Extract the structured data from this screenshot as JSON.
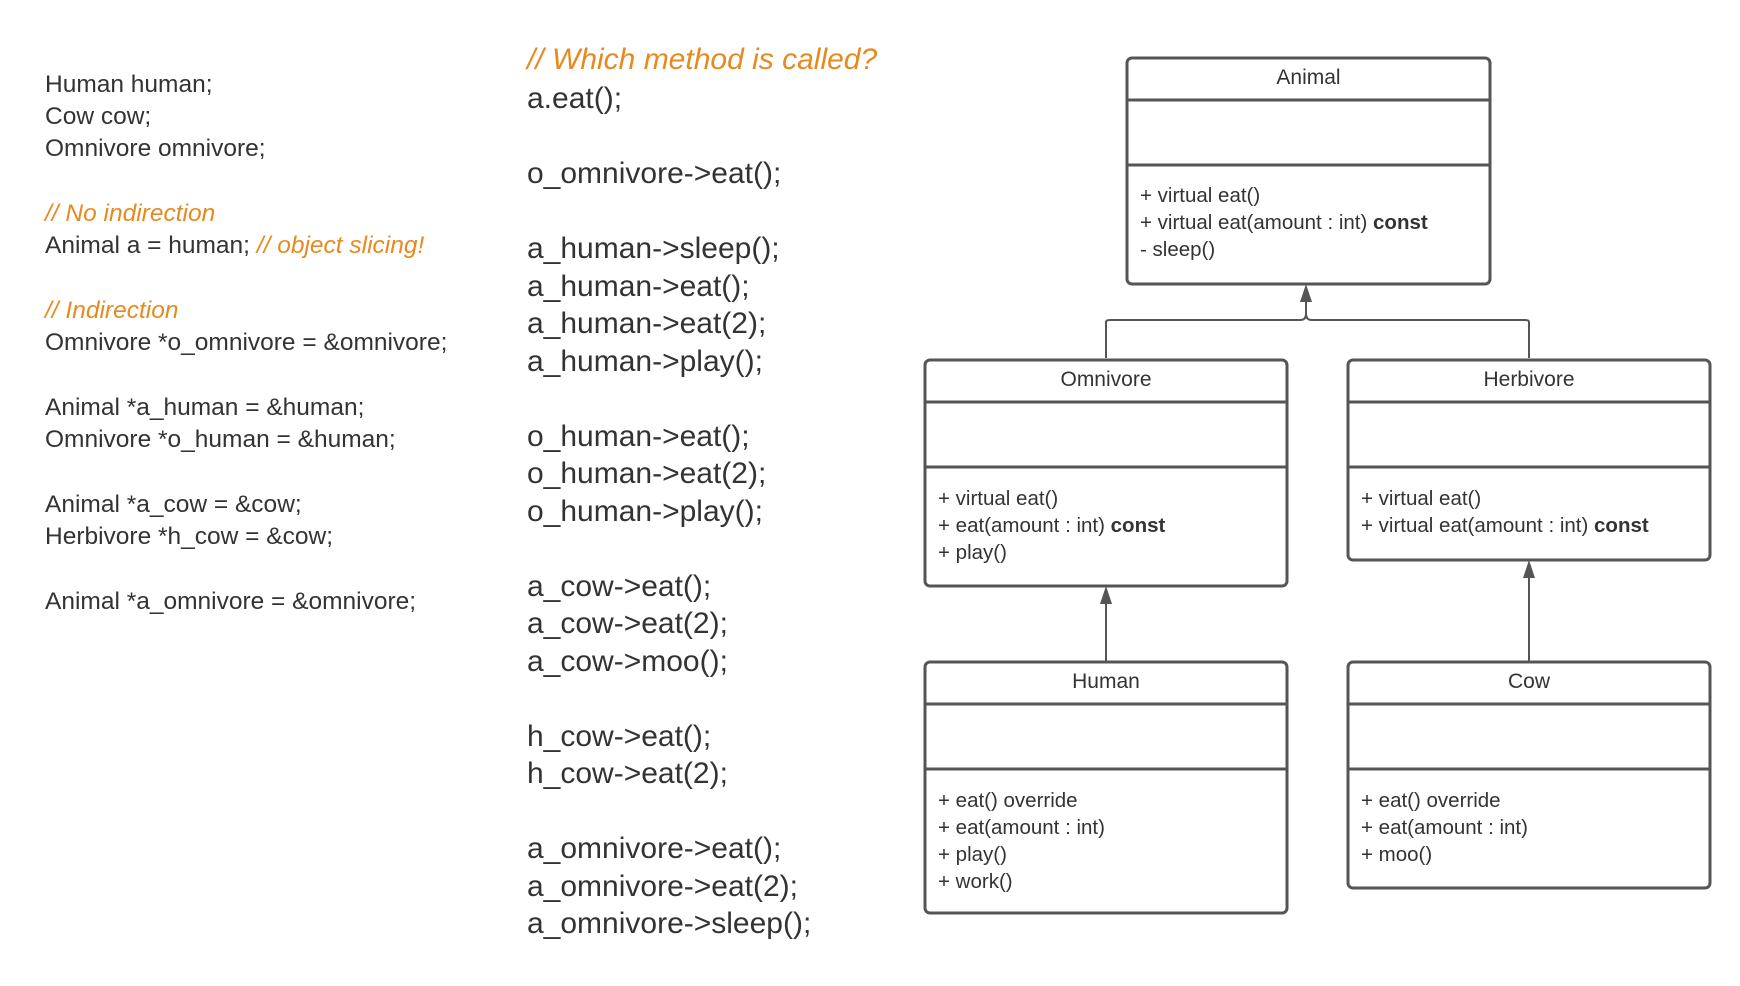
{
  "declarations": [
    "Human human;",
    "Cow cow;",
    "Omnivore omnivore;"
  ],
  "no_indirection": {
    "comment": "// No indirection",
    "code": "Animal a = human; ",
    "inline_comment": "// object slicing!"
  },
  "indirection": {
    "comment": "// Indirection",
    "groups": [
      [
        "Omnivore *o_omnivore = &omnivore;"
      ],
      [
        "Animal *a_human = &human;",
        "Omnivore *o_human = &human;"
      ],
      [
        "Animal *a_cow = &cow;",
        "Herbivore *h_cow = &cow;"
      ],
      [
        "Animal *a_omnivore = &omnivore;"
      ]
    ]
  },
  "question": {
    "comment": "// Which method is called?",
    "groups": [
      [
        "a.eat();"
      ],
      [
        "o_omnivore->eat();"
      ],
      [
        "a_human->sleep();",
        "a_human->eat();",
        "a_human->eat(2);",
        "a_human->play();"
      ],
      [
        "o_human->eat();",
        "o_human->eat(2);",
        "o_human->play();"
      ],
      [
        "a_cow->eat();",
        "a_cow->eat(2);",
        "a_cow->moo();"
      ],
      [
        "h_cow->eat();",
        "h_cow->eat(2);"
      ],
      [
        "a_omnivore->eat();",
        "a_omnivore->eat(2);",
        "a_omnivore->sleep();"
      ]
    ]
  },
  "classes": {
    "animal": {
      "name": "Animal",
      "ops": [
        {
          "text": "+ virtual eat()",
          "kw": ""
        },
        {
          "text": "+ virtual eat(amount : int) ",
          "kw": "const"
        },
        {
          "text": "- sleep()",
          "kw": ""
        }
      ]
    },
    "omnivore": {
      "name": "Omnivore",
      "ops": [
        {
          "text": "+ virtual eat()",
          "kw": ""
        },
        {
          "text": "+ eat(amount : int) ",
          "kw": "const"
        },
        {
          "text": "+ play()",
          "kw": ""
        }
      ]
    },
    "herbivore": {
      "name": "Herbivore",
      "ops": [
        {
          "text": "+ virtual eat()",
          "kw": ""
        },
        {
          "text": "+ virtual eat(amount : int) ",
          "kw": "const"
        }
      ]
    },
    "human": {
      "name": "Human",
      "ops": [
        {
          "text": "+ eat() override",
          "kw": ""
        },
        {
          "text": "+ eat(amount : int)",
          "kw": ""
        },
        {
          "text": "+ play()",
          "kw": ""
        },
        {
          "text": "+ work()",
          "kw": ""
        }
      ]
    },
    "cow": {
      "name": "Cow",
      "ops": [
        {
          "text": "+ eat() override",
          "kw": ""
        },
        {
          "text": "+ eat(amount : int)",
          "kw": ""
        },
        {
          "text": "+ moo()",
          "kw": ""
        }
      ]
    }
  },
  "colors": {
    "comment": "#e8891f",
    "text": "#333333",
    "stroke": "#555555"
  }
}
